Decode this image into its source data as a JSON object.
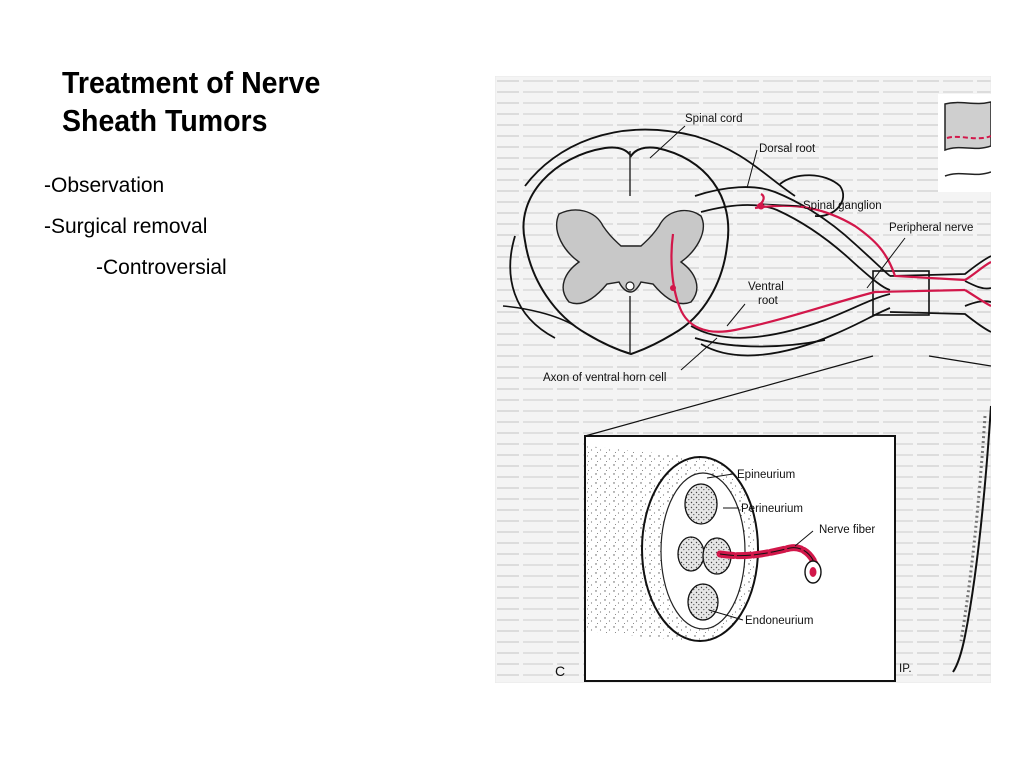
{
  "slide": {
    "title_line1": "Treatment of Nerve",
    "title_line2": "Sheath Tumors",
    "bullets": [
      "-Observation",
      "-Surgical removal",
      "-Controversial"
    ]
  },
  "figure": {
    "labels": {
      "spinal_cord": "Spinal cord",
      "dorsal_root": "Dorsal root",
      "spinal_ganglion": "Spinal ganglion",
      "peripheral_nerve": "Peripheral nerve",
      "ventral_root_1": "Ventral",
      "ventral_root_2": "root",
      "axon_ventral_horn": "Axon of ventral horn cell",
      "epineurium": "Epineurium",
      "perineurium": "Perineurium",
      "nerve_fiber": "Nerve fiber",
      "endoneurium": "Endoneurium",
      "panel_letter": "C",
      "signature": "IP."
    },
    "colors": {
      "nerve_fiber": "#d2174a",
      "gray_matter": "#c8c8c8",
      "background_page": "#f3f3f3"
    }
  }
}
